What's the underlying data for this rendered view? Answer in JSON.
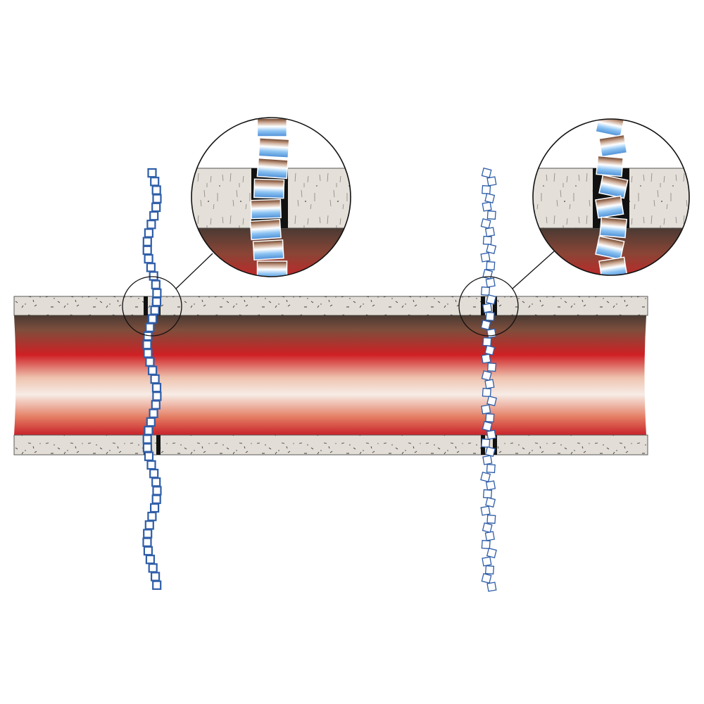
{
  "diagram": {
    "labels": [],
    "colors": {
      "background": "#ffffff",
      "concrete": "#e2ddd6",
      "concrete_outline": "#5a5a5a",
      "speckle": "#3a3a3a",
      "pipe_dark": "#4e3d35",
      "pipe_red": "#cf2024",
      "pipe_light": "#f6e6dd",
      "joint_gap": "#111111",
      "chain_outline": "#2f5ea8",
      "chain_fill": "#ffffff",
      "link_light": "#eaf3ff",
      "link_mid": "#7fb7ee",
      "link_dark": "#6b3e26",
      "lens_outline": "#111111"
    },
    "components": {
      "pipe": "insulated-pipe-section",
      "joints": [
        "flexible-joint",
        "misaligned-joint"
      ],
      "callouts": [
        "joint-detail-magnifier-aligned",
        "joint-detail-magnifier-misaligned"
      ]
    }
  }
}
